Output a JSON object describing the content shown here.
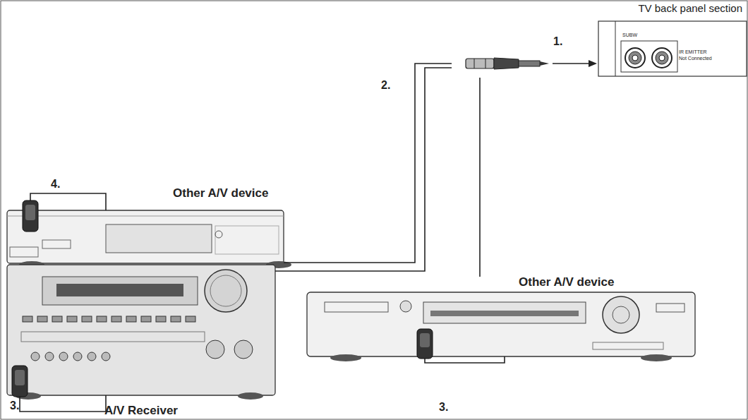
{
  "diagram": {
    "nodes": [
      {
        "text": [
          "TV back panel section"
        ]
      },
      {
        "text": [
          "Other A/V device"
        ]
      },
      {
        "text": [
          "Other A/V device"
        ]
      },
      {
        "text": [
          "A/V Receiver"
        ]
      }
    ],
    "edges": [
      {
        "from": 0,
        "to": 1,
        "arrow": "none"
      },
      {
        "from": 0,
        "to": 3,
        "arrow": "none"
      },
      {
        "from": 0,
        "to": 2,
        "arrow": "none"
      }
    ],
    "labels": [
      "1.",
      "2.",
      "4.",
      "3.",
      "3.",
      "SUBW",
      "IR EMITTER",
      "Not Connected"
    ]
  }
}
